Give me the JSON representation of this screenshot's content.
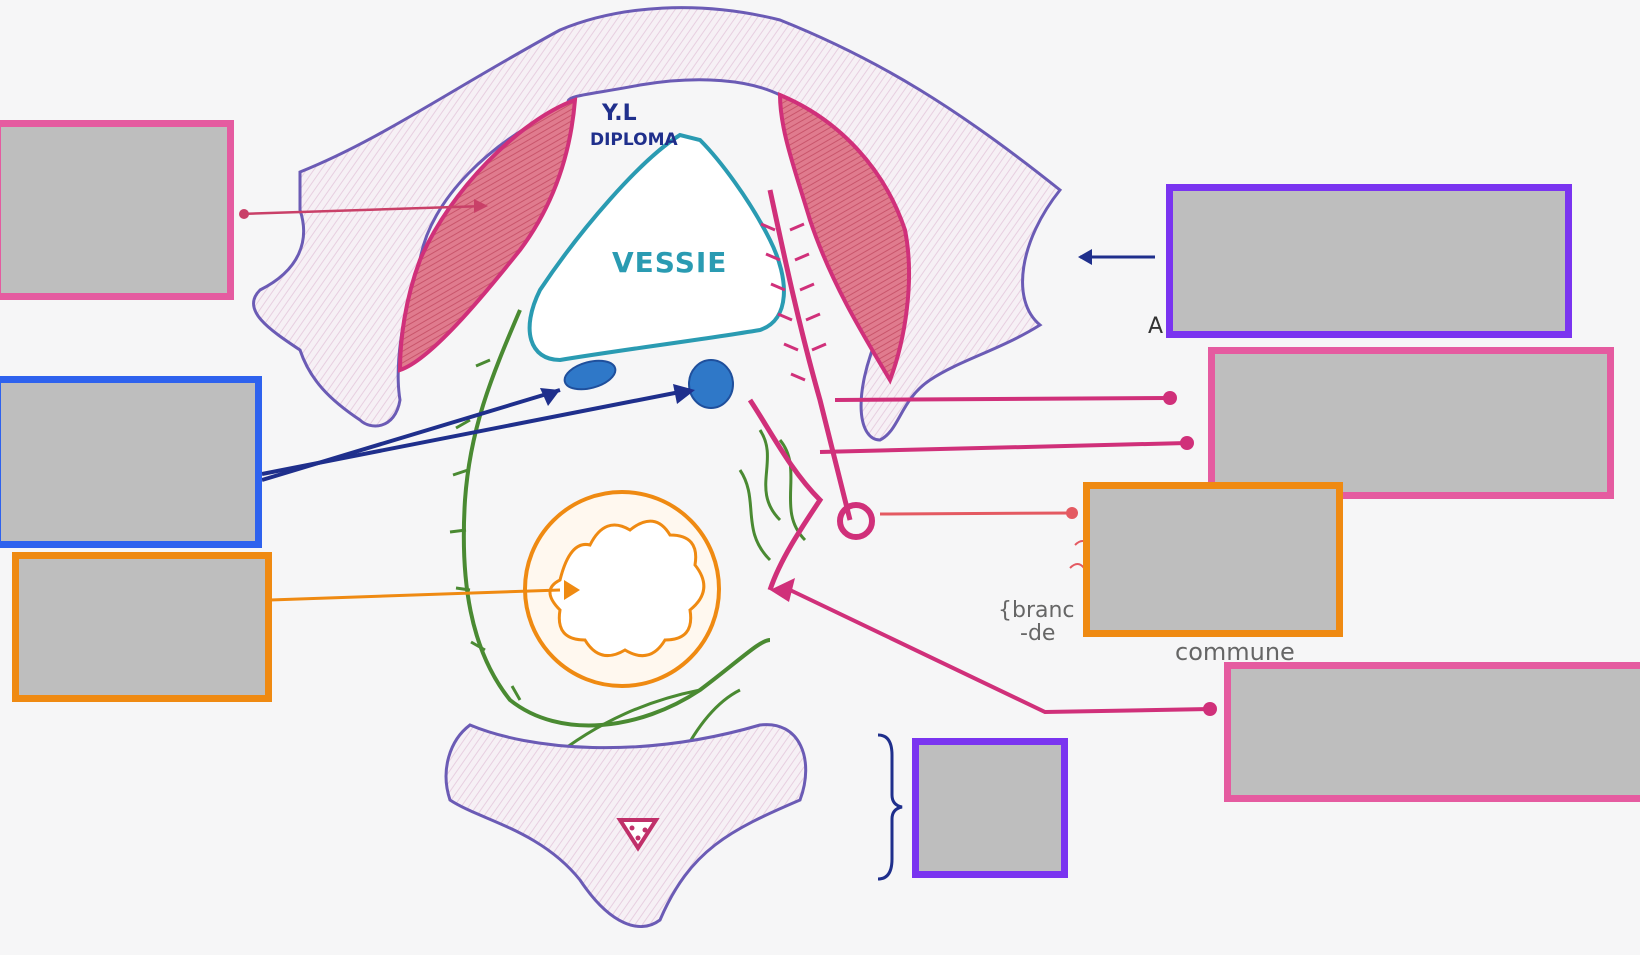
{
  "diagram": {
    "label_vessie": "VESSIE",
    "label_signature_line1": "Y.L",
    "label_signature_line2": "DIPLOMA",
    "note_branches_line1": "{branc",
    "note_branches_line2": "-de",
    "note_commune": "commune",
    "partial_letter": "A"
  },
  "colors": {
    "pink": "#e55ba0",
    "blue": "#2e62ee",
    "orange": "#ef8a12",
    "purple": "#7a34f0",
    "mask_fill": "#bebebe",
    "bone_stroke": "#6b5bb5",
    "muscle": "#d9667d",
    "bladder": "#2a9bb2",
    "vessel_green": "#4a8a32",
    "artery": "#d0307a",
    "dark_blue": "#1f2f8c"
  },
  "masked_labels": [
    {
      "id": "muscle-label-box",
      "border": "pink"
    },
    {
      "id": "vessels-label-box",
      "border": "blue"
    },
    {
      "id": "rectum-label-box",
      "border": "orange"
    },
    {
      "id": "bone-label-box",
      "border": "purple"
    },
    {
      "id": "artery-label-box",
      "border": "pink"
    },
    {
      "id": "nodule-label-box",
      "border": "orange"
    },
    {
      "id": "branch-label-box",
      "border": "pink"
    },
    {
      "id": "sacrum-label-box",
      "border": "purple"
    }
  ]
}
